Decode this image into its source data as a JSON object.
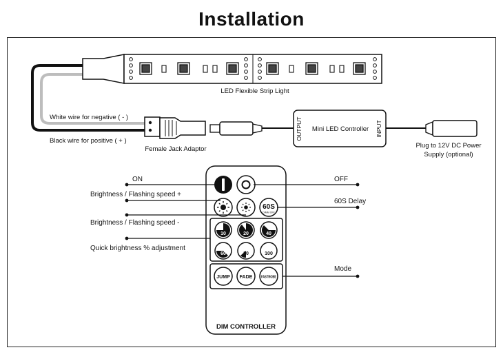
{
  "title": "Installation",
  "strip": {
    "label": "LED Flexible Strip Light"
  },
  "wiring": {
    "white_wire": "White wire for negative ( - )",
    "black_wire": "Black wire for positive ( + )",
    "adaptor": "Female Jack Adaptor",
    "power_line1": "Plug to 12V DC Power",
    "power_line2": "Supply (optional)"
  },
  "controller_box": {
    "output": "OUTPUT",
    "name": "Mini LED Controller",
    "input": "INPUT"
  },
  "remote": {
    "name": "DIM CONTROLLER",
    "delay_button": "60S",
    "delay_sub": "DIMM OFF",
    "percent_buttons": [
      "10",
      "20",
      "40",
      "60",
      "80",
      "100"
    ],
    "mode_buttons": [
      "JUMP",
      "FADE",
      "FASTROBE"
    ]
  },
  "callouts": {
    "on": "ON",
    "off": "OFF",
    "bright_plus": "Brightness / Flashing speed +",
    "delay": "60S Delay",
    "bright_minus": "Brightness / Flashing speed -",
    "quick": "Quick brightness % adjustment",
    "mode": "Mode"
  }
}
